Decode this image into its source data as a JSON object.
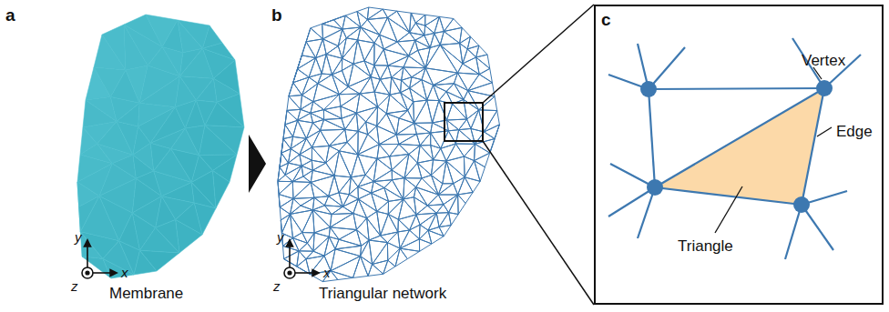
{
  "diagram": {
    "nodes": [
      {
        "text": [
          "c",
          "Vertex",
          "Edge",
          "Triangle"
        ]
      }
    ],
    "labels": [
      "a",
      "y",
      "z",
      "x",
      "Membrane",
      "b",
      "y",
      "z",
      "x",
      "Triangular network"
    ]
  }
}
